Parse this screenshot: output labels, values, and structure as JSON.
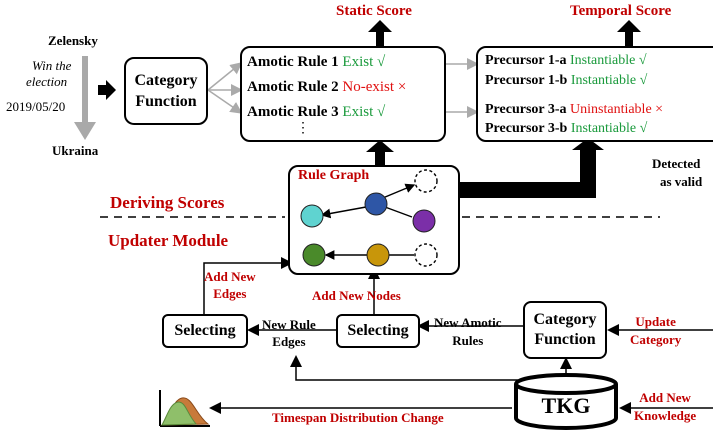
{
  "top_labels": {
    "static_score": "Static Score",
    "temporal_score": "Temporal Score"
  },
  "input_fact": {
    "subject": "Zelensky",
    "relation_line1": "Win the",
    "relation_line2": "election",
    "date": "2019/05/20",
    "object": "Ukraina"
  },
  "category_function_top": {
    "line1": "Category",
    "line2": "Function"
  },
  "amotic_rules": [
    {
      "name": "Amotic Rule 1",
      "status": "Exist √",
      "status_color": "#1a9a3c"
    },
    {
      "name": "Amotic Rule 2",
      "status": "No-exist ×",
      "status_color": "#e01010"
    },
    {
      "name": "Amotic Rule 3",
      "status": "Exist √",
      "status_color": "#1a9a3c"
    }
  ],
  "amotic_ellipsis": "⋮",
  "precursors": [
    {
      "name": "Precursor 1-a",
      "status": "Instantiable √",
      "status_color": "#1a9a3c"
    },
    {
      "name": "Precursor 1-b",
      "status": "Instantiable √",
      "status_color": "#1a9a3c"
    },
    {
      "name": "Precursor 3-a",
      "status": "Uninstantiable ×",
      "status_color": "#e01010"
    },
    {
      "name": "Precursor 3-b",
      "status": "Instantiable √",
      "status_color": "#1a9a3c"
    }
  ],
  "detected": {
    "line1": "Detected",
    "line2": "as valid"
  },
  "rule_graph": {
    "title": "Rule Graph",
    "node_colors": [
      "#5fd3d0",
      "#2e56a6",
      "#7b2fa8",
      "#4a8a2a",
      "#c8960a"
    ]
  },
  "section_labels": {
    "deriving_scores": "Deriving Scores",
    "updater_module": "Updater Module"
  },
  "updater": {
    "add_new_edges": {
      "line1": "Add New",
      "line2": "Edges"
    },
    "add_new_nodes": "Add New Nodes",
    "selecting_left": "Selecting",
    "selecting_right": "Selecting",
    "new_rule_edges": {
      "line1": "New Rule",
      "line2": "Edges"
    },
    "new_amotic_rules": {
      "line1": "New Amotic",
      "line2": "Rules"
    },
    "category_function": {
      "line1": "Category",
      "line2": "Function"
    },
    "update_category": {
      "line1": "Update",
      "line2": "Category"
    },
    "tkg": "TKG",
    "add_new_knowledge": {
      "line1": "Add New",
      "line2": "Knowledge"
    },
    "timespan_change": "Timespan Distribution Change"
  }
}
